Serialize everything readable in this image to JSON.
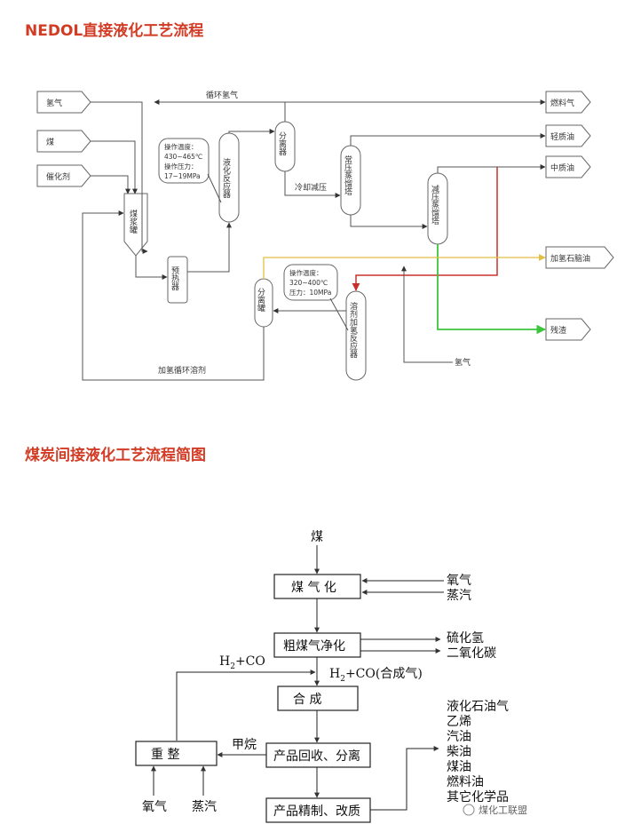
{
  "titles": {
    "nedol": "NEDOL直接液化工艺流程",
    "indirect": "煤炭间接液化工艺流程简图"
  },
  "nedol": {
    "inputs": {
      "hydrogen": "氢气",
      "coal": "煤",
      "catalyst": "催化剂"
    },
    "outputs": {
      "fuel_gas": "燃料气",
      "light_oil": "轻质油",
      "medium_oil": "中质油",
      "hydro_oil": "加氢石脑油",
      "residue": "残渣"
    },
    "units": {
      "slurry_tank": "煤浆罐",
      "preheater": "预热器",
      "liquefaction_reactor": "液化反应器",
      "separator": "分离器",
      "atm_tower": "常压蒸馏塔",
      "vac_tower": "减压蒸馏塔",
      "separator_tank": "分离罐",
      "solvent_reactor": "溶剂加氢反应器"
    },
    "labels": {
      "recycle_h2": "循环氢气",
      "cool_depress": "冷却减压",
      "hydro_recycle_solvent": "加氢循环溶剂",
      "hydrogen_feed": "氢气"
    },
    "conditions1": [
      "操作温度：",
      "430~465℃",
      "操作压力：",
      "17~19MPa"
    ],
    "conditions2": [
      "操作温度：",
      "320~400℃",
      "压力：10MPa"
    ],
    "stream_colors": {
      "red": "#c9302c",
      "yellow": "#e0c040",
      "green": "#3cc43c"
    }
  },
  "indirect": {
    "coal": "煤",
    "gasification": "煤 气 化",
    "oxygen": "氧气",
    "steam": "蒸汽",
    "purification": "粗煤气净化",
    "h2s": "硫化氢",
    "co2": "二氧化碳",
    "syngas_h2": "H",
    "syngas_sub": "2",
    "syngas_co": "+CO",
    "syngas_label2": "(合成气)",
    "synthesis": "合    成",
    "product_recovery": "产品回收、分离",
    "methane": "甲烷",
    "reforming": "重    整",
    "reform_oxygen": "氧气",
    "reform_steam": "蒸汽",
    "refining": "产品精制、改质",
    "products": [
      "液化石油气",
      "乙烯",
      "汽油",
      "柴油",
      "煤油",
      "燃料油",
      "其它化学品"
    ]
  },
  "watermark": "煤化工联盟"
}
